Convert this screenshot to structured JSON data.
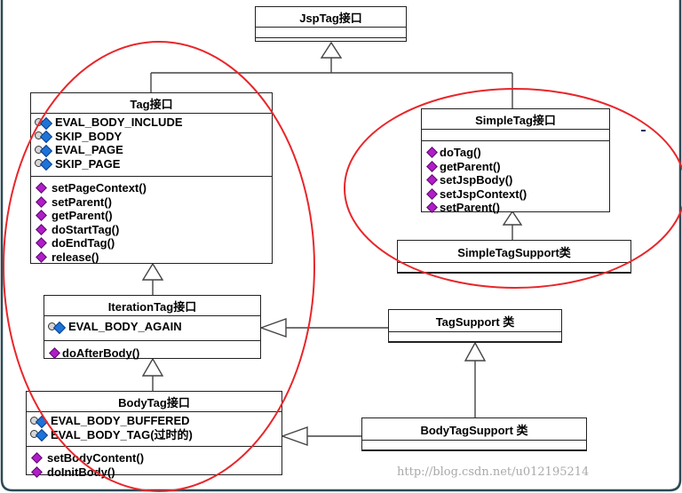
{
  "diagram": {
    "jsptag": {
      "title": "JspTag接口"
    },
    "tag": {
      "title": "Tag接口",
      "attributes": [
        "EVAL_BODY_INCLUDE",
        "SKIP_BODY",
        "EVAL_PAGE",
        "SKIP_PAGE"
      ],
      "operations": [
        "setPageContext()",
        "setParent()",
        "getParent()",
        "doStartTag()",
        "doEndTag()",
        "release()"
      ]
    },
    "simpletag": {
      "title": "SimpleTag接口",
      "operations": [
        "doTag()",
        "getParent()",
        "setJspBody()",
        "setJspContext()",
        "setParent()"
      ]
    },
    "simpletagsupport": {
      "title": "SimpleTagSupport类"
    },
    "iterationtag": {
      "title": "IterationTag接口",
      "attributes": [
        "EVAL_BODY_AGAIN"
      ],
      "operations": [
        "doAfterBody()"
      ]
    },
    "tagsupport": {
      "title": "TagSupport 类"
    },
    "bodytag": {
      "title": "BodyTag接口",
      "attributes": [
        "EVAL_BODY_BUFFERED",
        "EVAL_BODY_TAG(过时的)"
      ],
      "operations": [
        "setBodyContent()",
        "doInitBody()"
      ]
    },
    "bodytagsupport": {
      "title": "BodyTagSupport 类"
    }
  },
  "watermark": "http://blog.csdn.net/u012195214",
  "colors": {
    "highlight_ellipse": "#e8262a",
    "frame": "#2a4a55",
    "attribute_icon": "#1e73d8",
    "operation_icon": "#b01dc9",
    "watermark": "#a9a9a9"
  }
}
